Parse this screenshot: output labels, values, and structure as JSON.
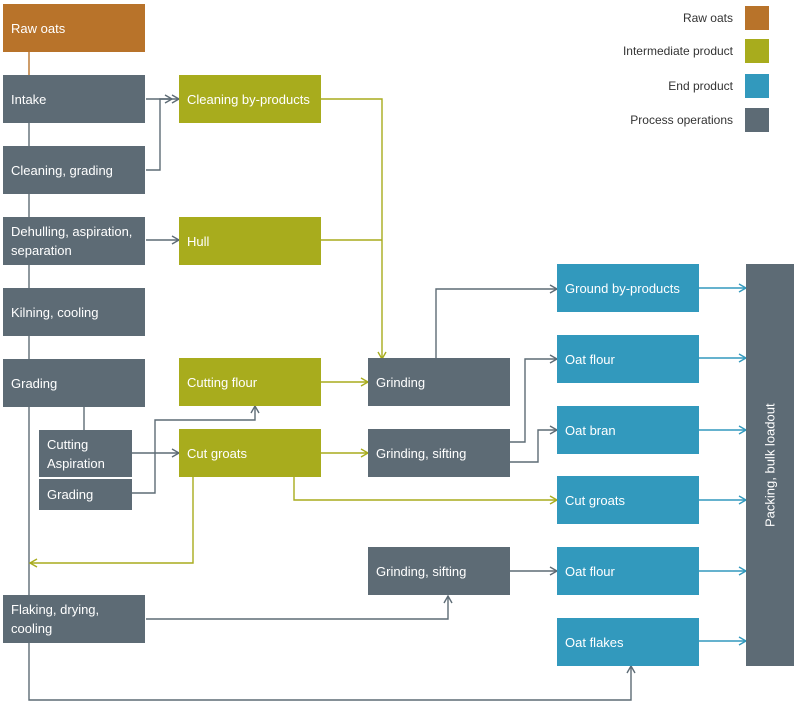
{
  "legend": {
    "raw": "Raw oats",
    "intermediate": "Intermediate product",
    "end": "End product",
    "process": "Process operations"
  },
  "colors": {
    "raw": "#b8732a",
    "intermediate": "#a8ac1d",
    "end": "#3299bd",
    "process": "#5d6b75"
  },
  "nodes": {
    "raw_oats": "Raw oats",
    "intake": "Intake",
    "cleaning_grading": "Cleaning, grading",
    "dehulling": "Dehulling, aspiration, separation",
    "kilning": "Kilning, cooling",
    "grading": "Grading",
    "cutting_aspiration": "Cutting Aspiration",
    "grading_sub": "Grading",
    "flaking": "Flaking, drying, cooling",
    "cleaning_byproducts": "Cleaning by-products",
    "hull": "Hull",
    "cutting_flour": "Cutting flour",
    "cut_groats_mid": "Cut groats",
    "grinding": "Grinding",
    "grinding_sifting_1": "Grinding, sifting",
    "grinding_sifting_2": "Grinding, sifting",
    "ground_byproducts": "Ground by-products",
    "oat_flour_1": "Oat flour",
    "oat_bran": "Oat bran",
    "cut_groats_end": "Cut groats",
    "oat_flour_2": "Oat flour",
    "oat_flakes": "Oat flakes",
    "packing": "Packing, bulk loadout"
  }
}
